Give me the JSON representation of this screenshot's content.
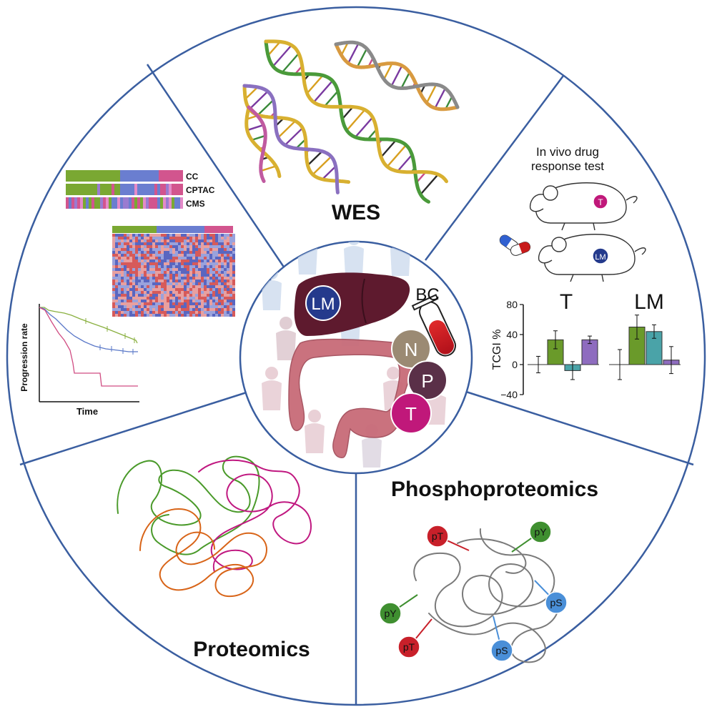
{
  "sections": {
    "wes": "WES",
    "proteomics": "Proteomics",
    "phosphoproteomics": "Phosphoproteomics"
  },
  "center": {
    "liver_label": "LM",
    "blood_label": "BC",
    "sample_n": "N",
    "sample_p": "P",
    "sample_t": "T"
  },
  "heatmap": {
    "track_labels": [
      "CC",
      "CPTAC",
      "CMS"
    ]
  },
  "survival": {
    "ylabel": "Progression rate",
    "xlabel": "Time"
  },
  "drug_test": {
    "title_line1": "In vivo drug",
    "title_line2": "response test",
    "mouse1_label": "T",
    "mouse2_label": "LM"
  },
  "chart_data": {
    "type": "bar",
    "ylabel": "TCGI %",
    "ylim": [
      -40,
      80
    ],
    "yticks": [
      80,
      40,
      0,
      -40
    ],
    "groups": [
      "T",
      "LM"
    ],
    "series_colors": [
      "#ffffff",
      "#6a9a2a",
      "#4aa3a8",
      "#8e6cbf"
    ],
    "values": {
      "T": [
        0,
        33,
        -8,
        33
      ],
      "LM": [
        0,
        50,
        44,
        6
      ]
    },
    "errors": {
      "T": [
        11,
        12,
        12,
        5
      ],
      "LM": [
        20,
        16,
        9,
        18
      ]
    }
  },
  "phospho_nodes": [
    {
      "label": "pT",
      "color": "#c8202a"
    },
    {
      "label": "pY",
      "color": "#3f8f30"
    },
    {
      "label": "pY",
      "color": "#3f8f30"
    },
    {
      "label": "pT",
      "color": "#c8202a"
    },
    {
      "label": "pS",
      "color": "#4a8fd8"
    },
    {
      "label": "pS",
      "color": "#4a8fd8"
    }
  ],
  "colors": {
    "divider": "#3a5ea0",
    "liver": "#5e1a2e",
    "colon": "#c86b78",
    "lm_circle": "#243a8c",
    "sample_n": "#9b8a73",
    "sample_p": "#5a3048",
    "sample_t": "#c0187a",
    "proteomics_green": "#4a9a2a",
    "proteomics_pink": "#c01880",
    "proteomics_orange": "#d86418"
  }
}
